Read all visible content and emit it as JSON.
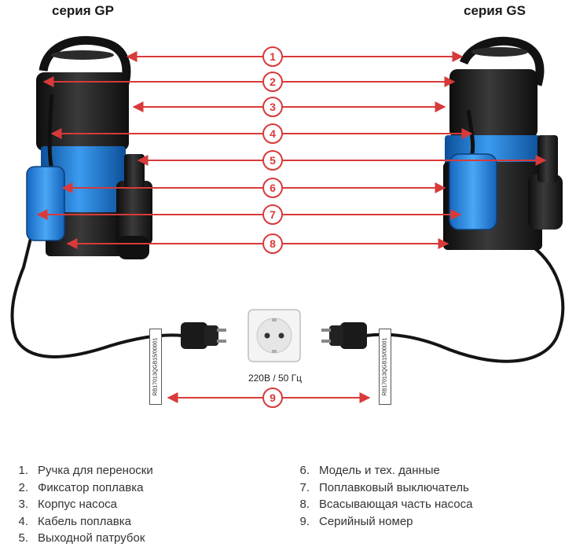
{
  "series": {
    "left": "серия GP",
    "right": "серия GS"
  },
  "callouts": [
    "1",
    "2",
    "3",
    "4",
    "5",
    "6",
    "7",
    "8",
    "9"
  ],
  "socket_caption": "220В / 50 Гц",
  "serial_tag_text": "RB17013QGB15/00001",
  "legend_left": [
    {
      "num": "1.",
      "text": "Ручка для переноски"
    },
    {
      "num": "2.",
      "text": "Фиксатор поплавка"
    },
    {
      "num": "3.",
      "text": "Корпус насоса"
    },
    {
      "num": "4.",
      "text": "Кабель поплавка"
    },
    {
      "num": "5.",
      "text": "Выходной патрубок"
    }
  ],
  "legend_right": [
    {
      "num": "6.",
      "text": "Модель и тех. данные"
    },
    {
      "num": "7.",
      "text": "Поплавковый выключатель"
    },
    {
      "num": "8.",
      "text": "Всасывающая часть насоса"
    },
    {
      "num": "9.",
      "text": "Серийный номер"
    }
  ],
  "colors": {
    "arrow": "#d83a3a",
    "pump_black": "#1e1e1e",
    "pump_blue": "#1f7fd6",
    "float_blue": "#2a8be0"
  }
}
